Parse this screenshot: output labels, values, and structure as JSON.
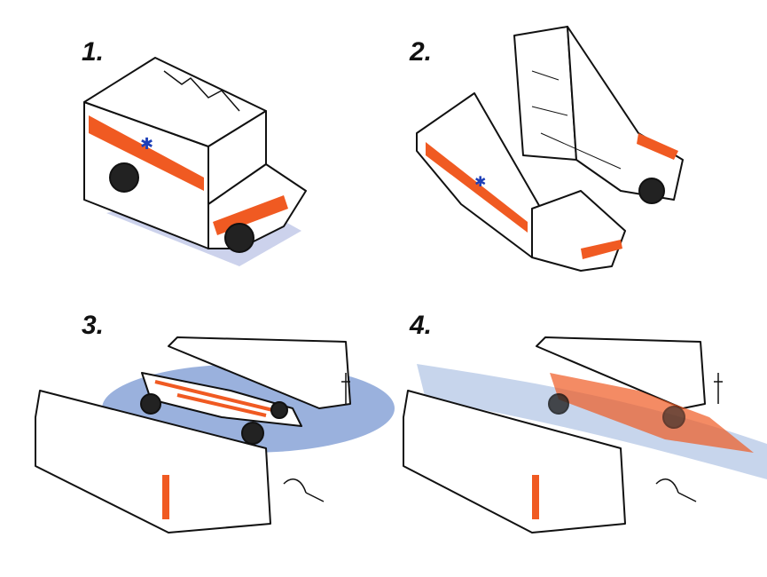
{
  "steps": [
    "1.",
    "2.",
    "3.",
    "4."
  ],
  "colors": {
    "stripe": "#f05a22",
    "star": "#1d3fb8",
    "shadow": "#7b8fc9",
    "blur": "#5f86c8",
    "ink": "#111111"
  }
}
